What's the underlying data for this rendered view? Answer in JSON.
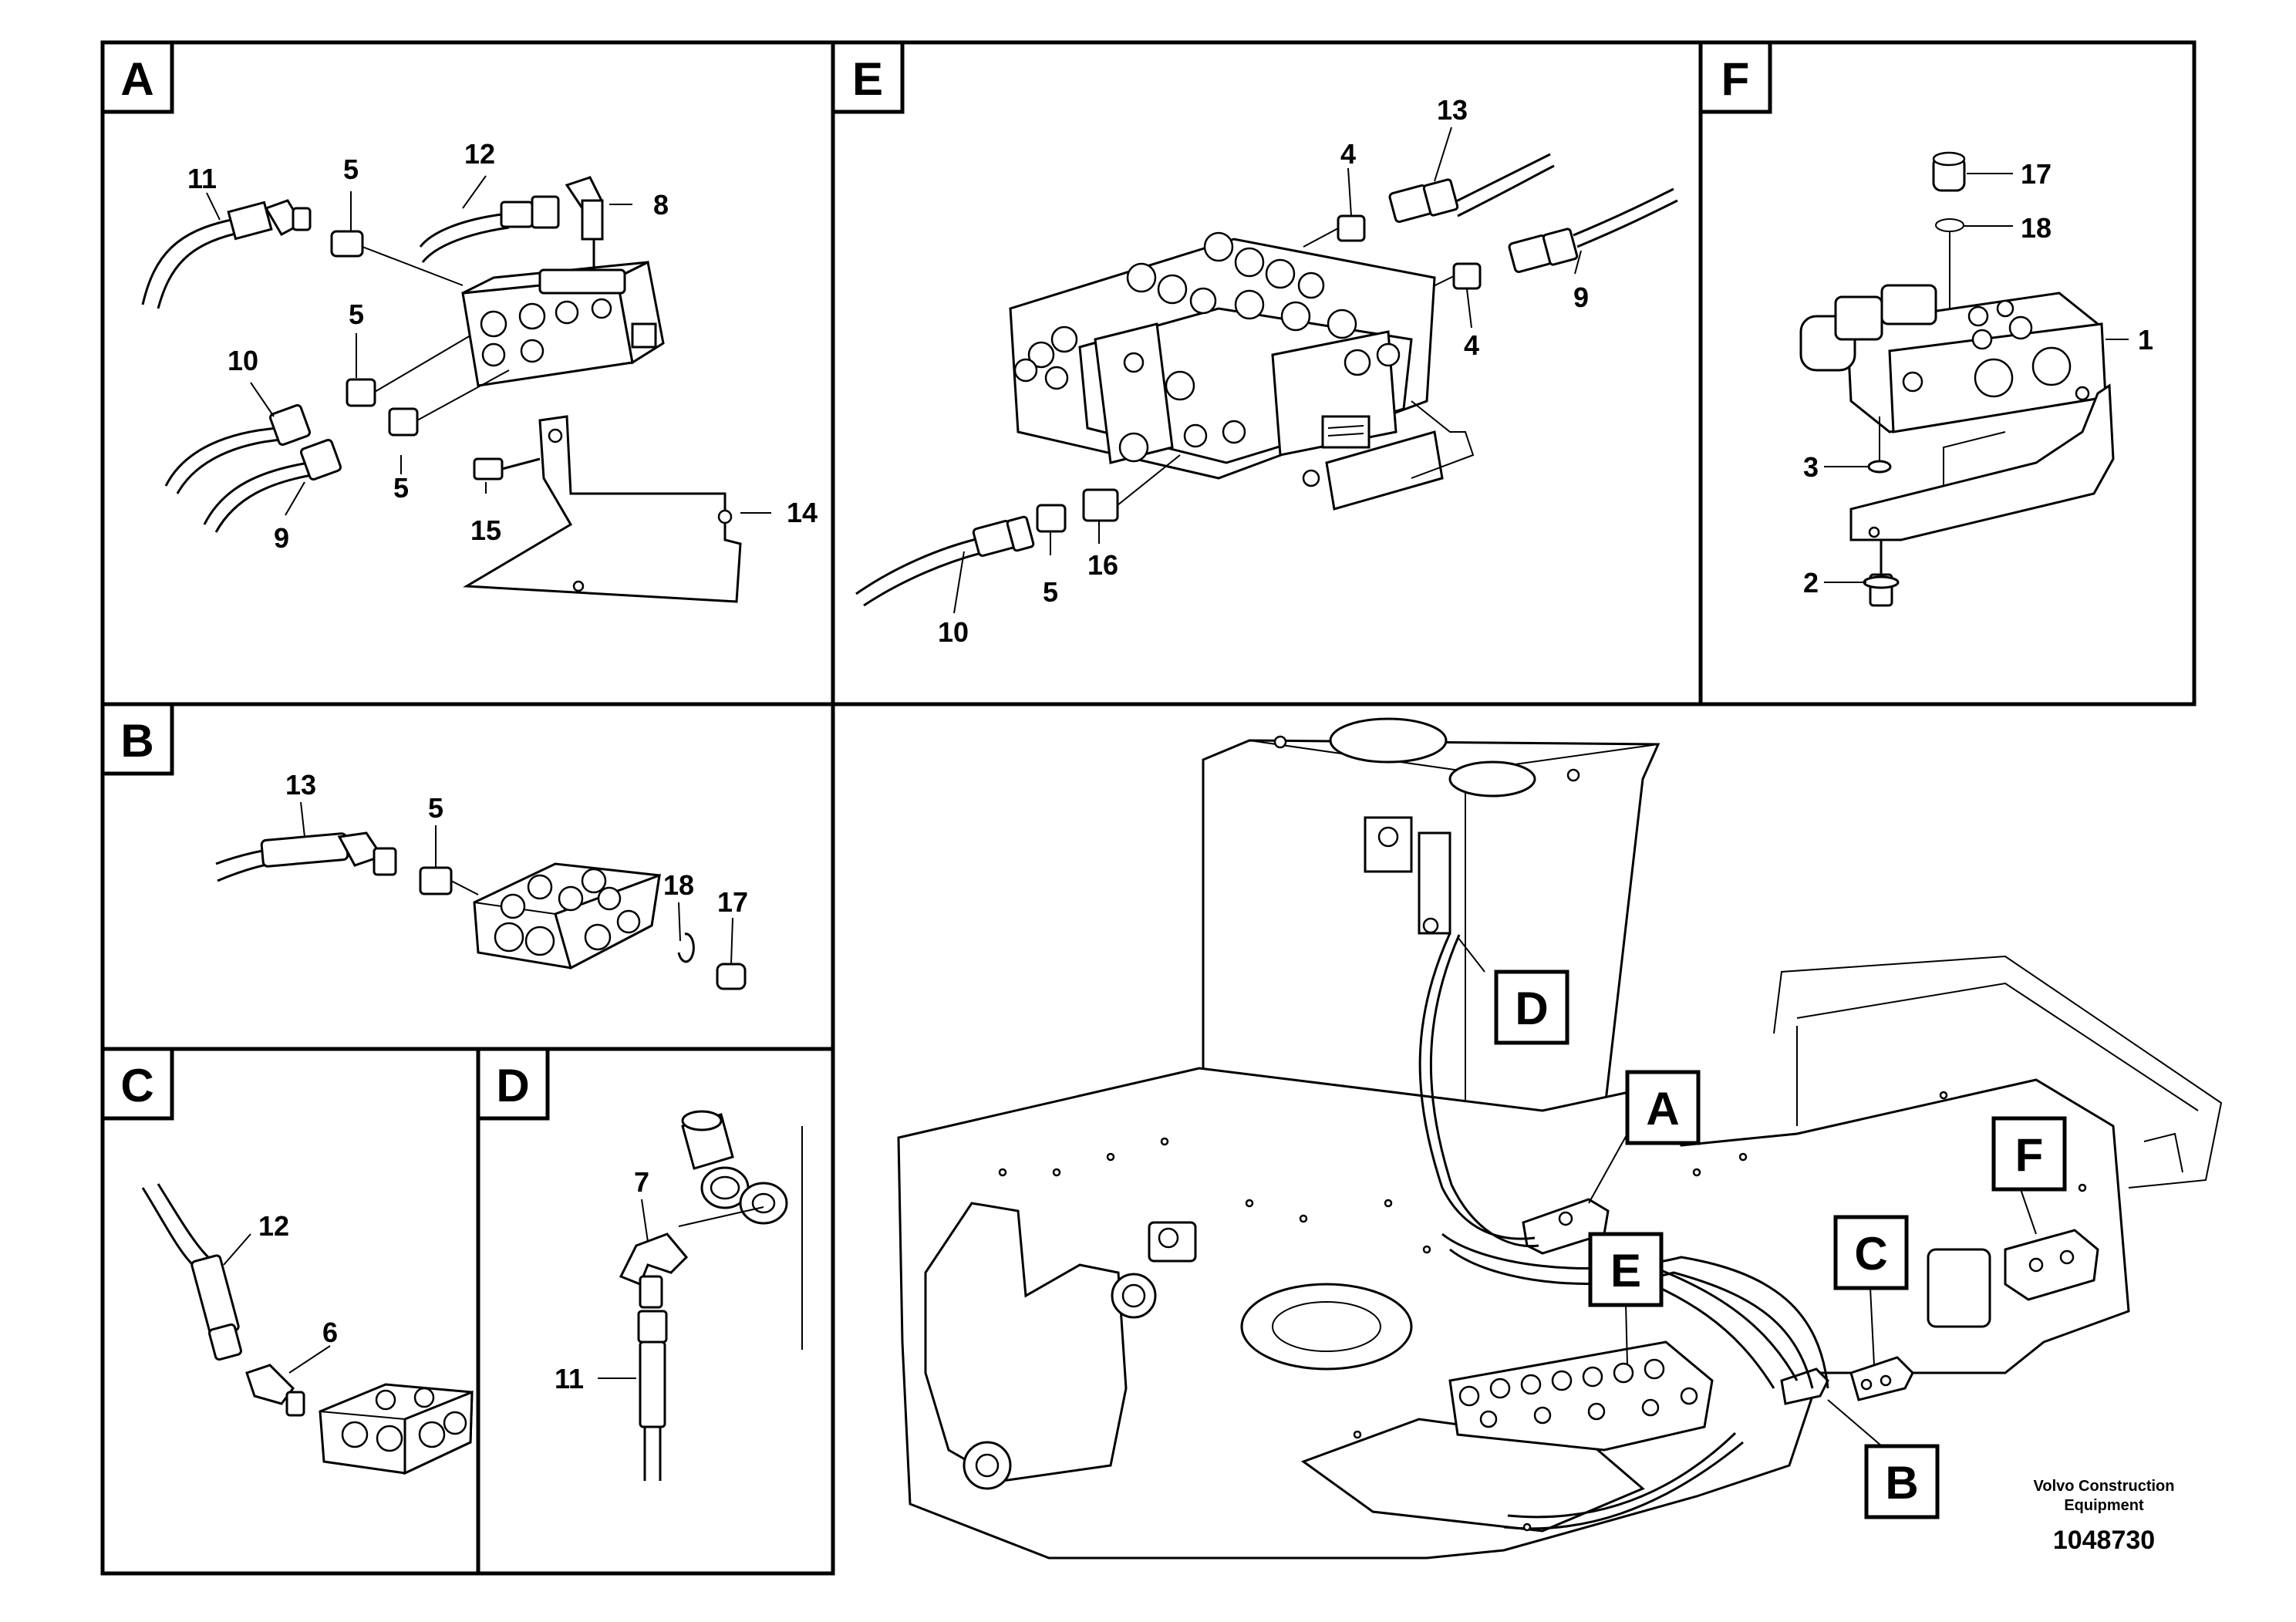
{
  "panels": {
    "A": {
      "letter": "A",
      "callouts": [
        "11",
        "5",
        "12",
        "8",
        "5",
        "10",
        "5",
        "9",
        "15",
        "14"
      ]
    },
    "E": {
      "letter": "E",
      "callouts": [
        "13",
        "4",
        "9",
        "4",
        "10",
        "5",
        "16"
      ]
    },
    "F": {
      "letter": "F",
      "callouts": [
        "17",
        "18",
        "1",
        "3",
        "2"
      ]
    },
    "B": {
      "letter": "B",
      "callouts": [
        "13",
        "5",
        "18",
        "17"
      ]
    },
    "C": {
      "letter": "C",
      "callouts": [
        "12",
        "6"
      ]
    },
    "D": {
      "letter": "D",
      "callouts": [
        "7",
        "11"
      ]
    }
  },
  "overview_tags": [
    "D",
    "A",
    "F",
    "C",
    "E",
    "B"
  ],
  "footer": {
    "company_line1": "Volvo Construction",
    "company_line2": "Equipment",
    "doc_number": "1048730"
  }
}
